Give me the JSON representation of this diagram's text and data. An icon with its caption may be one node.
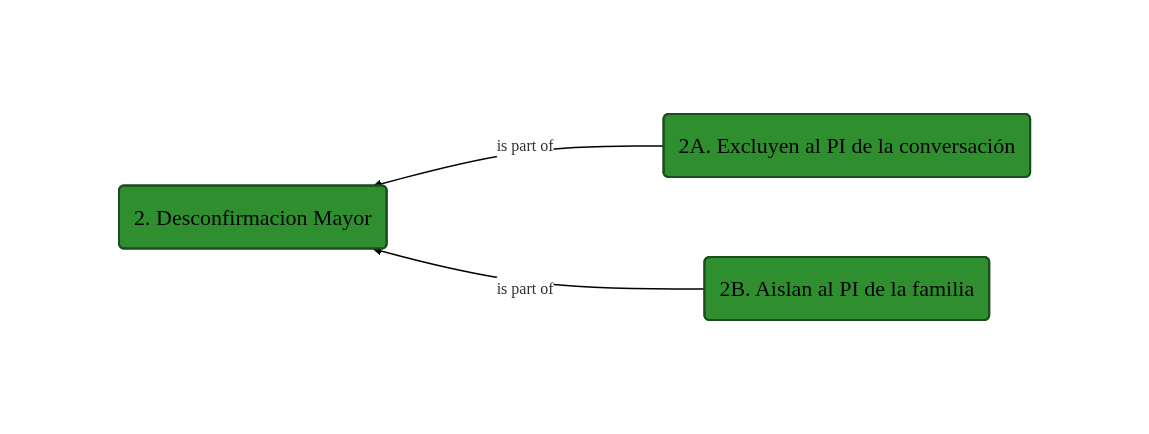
{
  "diagram": {
    "nodes": [
      {
        "text": [
          "2. Desconfirmacion Mayor"
        ]
      },
      {
        "text": [
          "2A. Excluyen al PI de la conversación"
        ]
      },
      {
        "text": [
          "2B. Aislan al PI de la familia"
        ]
      }
    ],
    "edges": [
      {
        "from": 1,
        "to": 0,
        "arrow": "to",
        "label": "is part of"
      },
      {
        "from": 2,
        "to": 0,
        "arrow": "to",
        "label": "is part of"
      }
    ]
  }
}
